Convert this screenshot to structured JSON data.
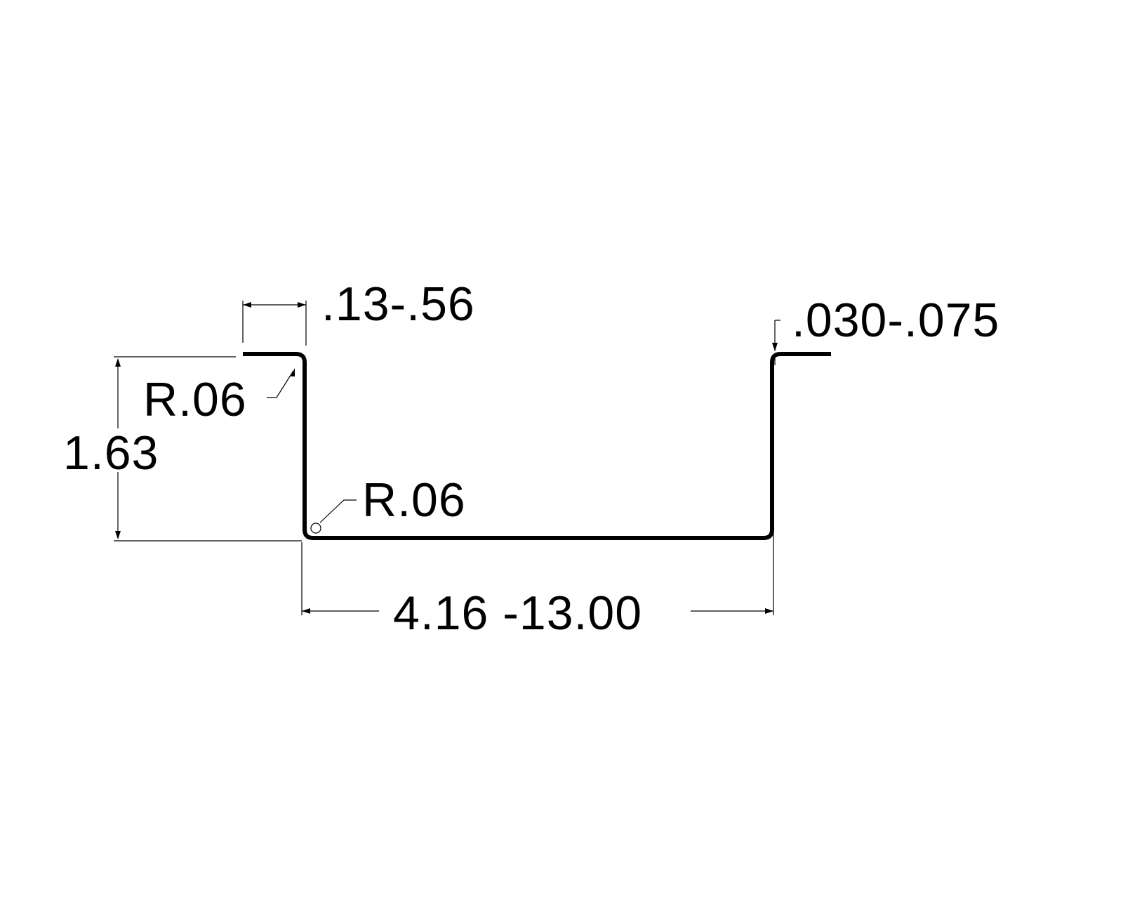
{
  "drawing": {
    "labels": {
      "flange_width": ".13-.56",
      "thickness": ".030-.075",
      "top_radius": "R.06",
      "bottom_radius": "R.06",
      "height": "1.63",
      "width": "4.16 -13.00"
    },
    "colors": {
      "line": "#000000",
      "background": "#ffffff"
    }
  }
}
